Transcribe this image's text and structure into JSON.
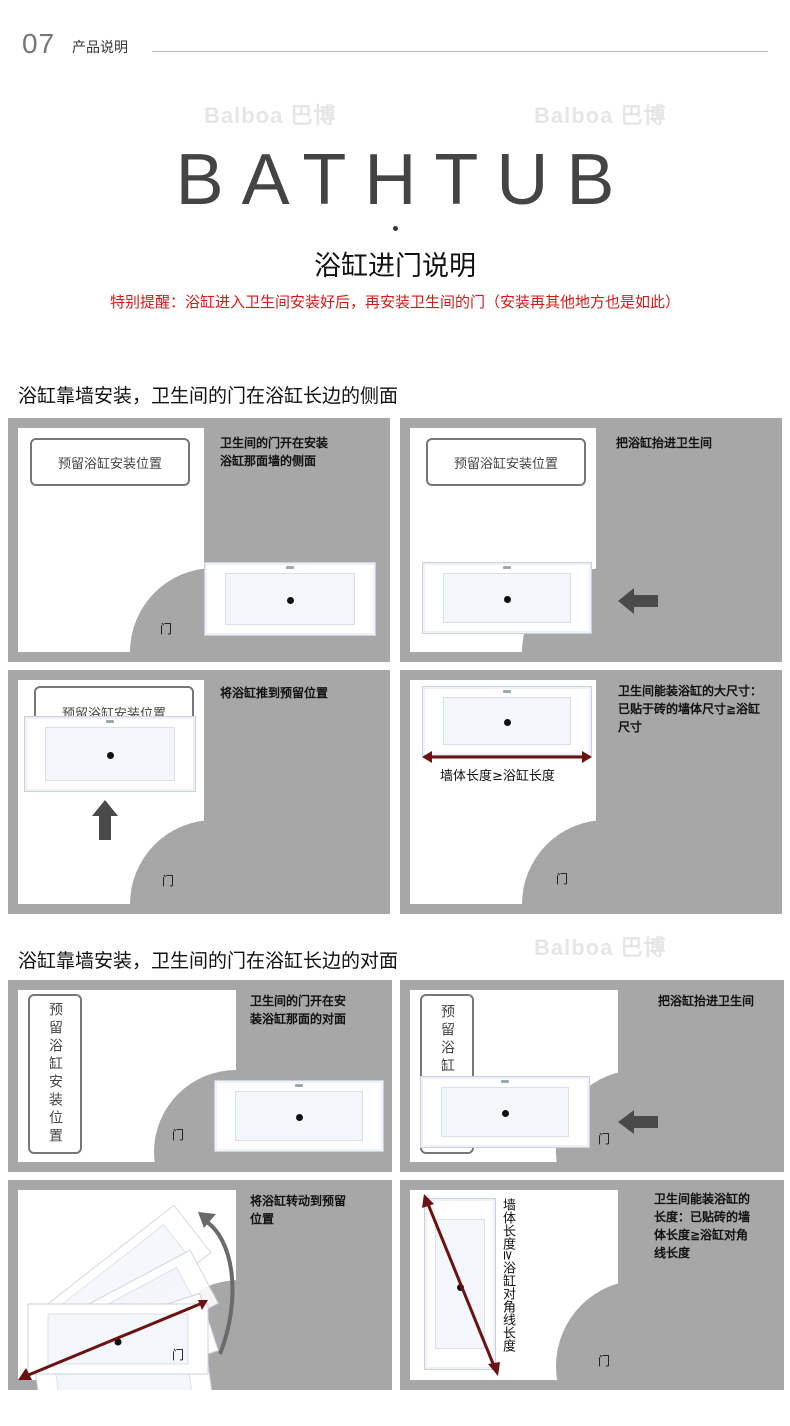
{
  "header": {
    "number": "07",
    "label": "产品说明"
  },
  "watermark": "Balboa 巴博",
  "title": {
    "main": "BATHTUB",
    "sub": "浴缸进门说明"
  },
  "warning": "特别提醒：浴缸进入卫生间安装好后，再安装卫生间的门（安装再其他地方也是如此）",
  "section1": {
    "heading": "浴缸靠墙安装，卫生间的门在浴缸长边的侧面",
    "panels": [
      {
        "reserve": "预留浴缸安装位置",
        "text_line1": "卫生间的门开在安装",
        "text_line2": "浴缸那面墙的侧面",
        "door": "门"
      },
      {
        "reserve": "预留浴缸安装位置",
        "text_line1": "把浴缸抬进卫生间",
        "door": ""
      },
      {
        "reserve": "预留浴缸安装位置",
        "text_line1": "将浴缸推到预留位置",
        "door": "门"
      },
      {
        "text_line1": "卫生间能装浴缸的大尺寸：",
        "text_line2": "已贴于砖的墙体尺寸≧浴缸",
        "text_line3": "尺寸",
        "measure": "墙体长度≥浴缸长度",
        "door": "门"
      }
    ]
  },
  "section2": {
    "heading": "浴缸靠墙安装，卫生间的门在浴缸长边的对面",
    "panels": [
      {
        "reserve": "预留浴缸安装位置",
        "text_line1": "卫生间的门开在安",
        "text_line2": "装浴缸那面的对面",
        "door": "门"
      },
      {
        "reserve": "预留浴缸",
        "text_line1": "把浴缸抬进卫生间",
        "door": "门"
      },
      {
        "text_line1": "将浴缸转动到预留",
        "text_line2": "位置",
        "door": "门"
      },
      {
        "text_line1": "卫生间能装浴缸的",
        "text_line2": "长度：已贴砖的墙",
        "text_line3": "体长度≧浴缸对角",
        "text_line4": "线长度",
        "measure": "墙体长度≥浴缸对角线长度",
        "door": "门"
      }
    ]
  }
}
